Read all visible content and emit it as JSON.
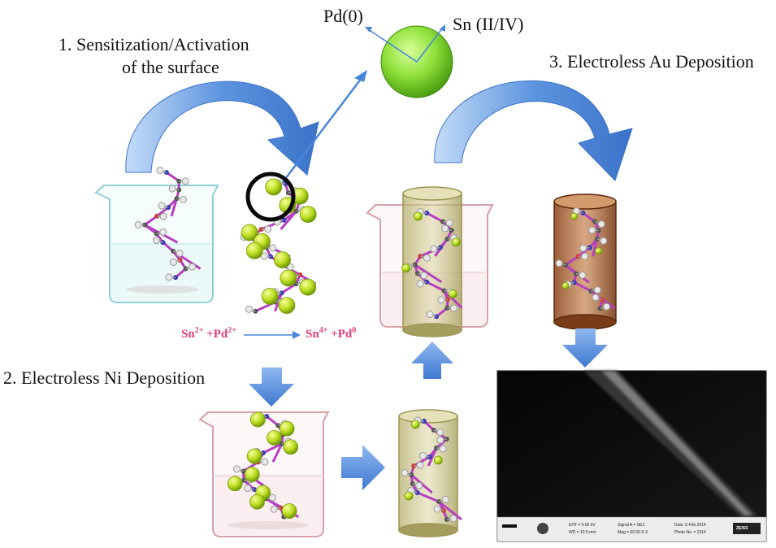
{
  "labels": {
    "step1_line1": "1.    Sensitization/Activation",
    "step1_line2": "of the surface",
    "pd0": "Pd(0)",
    "sn": "Sn (II/IV)",
    "step3": "3. Electroless Au Deposition",
    "step2": "2. Electroless Ni Deposition"
  },
  "reaction": {
    "sn": "Sn",
    "sn_charge": "2+",
    "plus_pd": " +Pd",
    "pd_charge": "2+",
    "sn4": "Sn",
    "sn4_charge": "4+",
    "plus_pd0": " +Pd",
    "pd0_charge": "0"
  },
  "sem": {
    "eht": "EHT = 5.00 kV",
    "wd": "WD = 10.5 mm",
    "signal": "Signal A = SE2",
    "mag": "Mag = 50.00 K X",
    "date": "Date :6 Feb 2014",
    "photo": "Photo No. = 3114",
    "brand": "ZEISS"
  },
  "colors": {
    "arrow_blue": "#4a86d8",
    "pd_sphere": "#8ee03a",
    "reaction_text": "#e23d74",
    "beaker_cyan": "#8fd0d6",
    "beaker_pink": "#d8a0a8",
    "ni_cylinder": "#c8c080",
    "au_cylinder": "#b06a3a"
  },
  "icons": [
    "curved-arrow-icon",
    "down-arrow-icon",
    "right-arrow-icon",
    "up-arrow-icon",
    "pd-sphere-icon"
  ]
}
